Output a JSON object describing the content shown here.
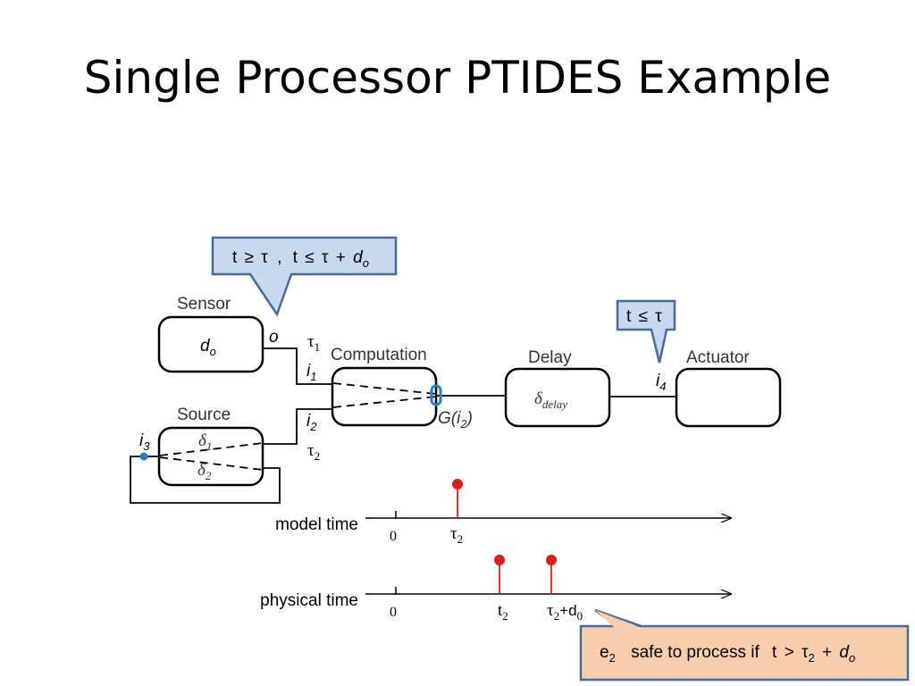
{
  "title": "Single Processor PTIDES Example",
  "colors": {
    "callout_fill": "#c9d7ef",
    "callout_stroke": "#4a6b96",
    "note_fill": "#f8cfae",
    "note_stroke": "#4a6b96",
    "event_red": "#dc1e1e",
    "port_blue": "#2a7bd0"
  },
  "callouts": {
    "top": {
      "t": "t",
      "ge": "≥",
      "tau": "τ",
      "comma": ",",
      "t2": "t",
      "le": "≤",
      "tau2": "τ",
      "plus": "+",
      "d": "d",
      "o": "o"
    },
    "right": {
      "t": "t",
      "le": "≤",
      "tau": "τ"
    }
  },
  "blocks": {
    "sensor": {
      "label": "Sensor",
      "content_d": "d",
      "content_sub": "o"
    },
    "source": {
      "label": "Source",
      "delta1": "δ",
      "delta1_sub": "1",
      "delta2": "δ",
      "delta2_sub": "2"
    },
    "computation": {
      "label": "Computation"
    },
    "delay": {
      "label": "Delay",
      "content_delta": "δ",
      "content_sub": "delay"
    },
    "actuator": {
      "label": "Actuator"
    }
  },
  "ports": {
    "o": "o",
    "tau1": "τ",
    "tau1_sub": "1",
    "i1": "i",
    "i1_sub": "1",
    "i2": "i",
    "i2_sub": "2",
    "tau2": "τ",
    "tau2_sub": "2",
    "i3": "i",
    "i3_sub": "3",
    "i4": "i",
    "i4_sub": "4",
    "g_prefix": "G(",
    "g_i": "i",
    "g_sub": "2",
    "g_suffix": ")"
  },
  "timelines": {
    "model": {
      "label": "model time",
      "zero": "0",
      "event": {
        "sym": "τ",
        "sub": "2"
      }
    },
    "physical": {
      "label": "physical time",
      "zero": "0",
      "event1": {
        "sym": "t",
        "sub": "2"
      },
      "event2": {
        "sym": "τ",
        "sub": "2",
        "plus": "+d",
        "sub2": "0"
      }
    }
  },
  "note": {
    "e": "e",
    "e_sub": "2",
    "text": "safe to process if",
    "t": "t",
    "gt": ">",
    "tau": "τ",
    "tau_sub": "2",
    "plus": "+",
    "d": "d",
    "o": "o"
  }
}
